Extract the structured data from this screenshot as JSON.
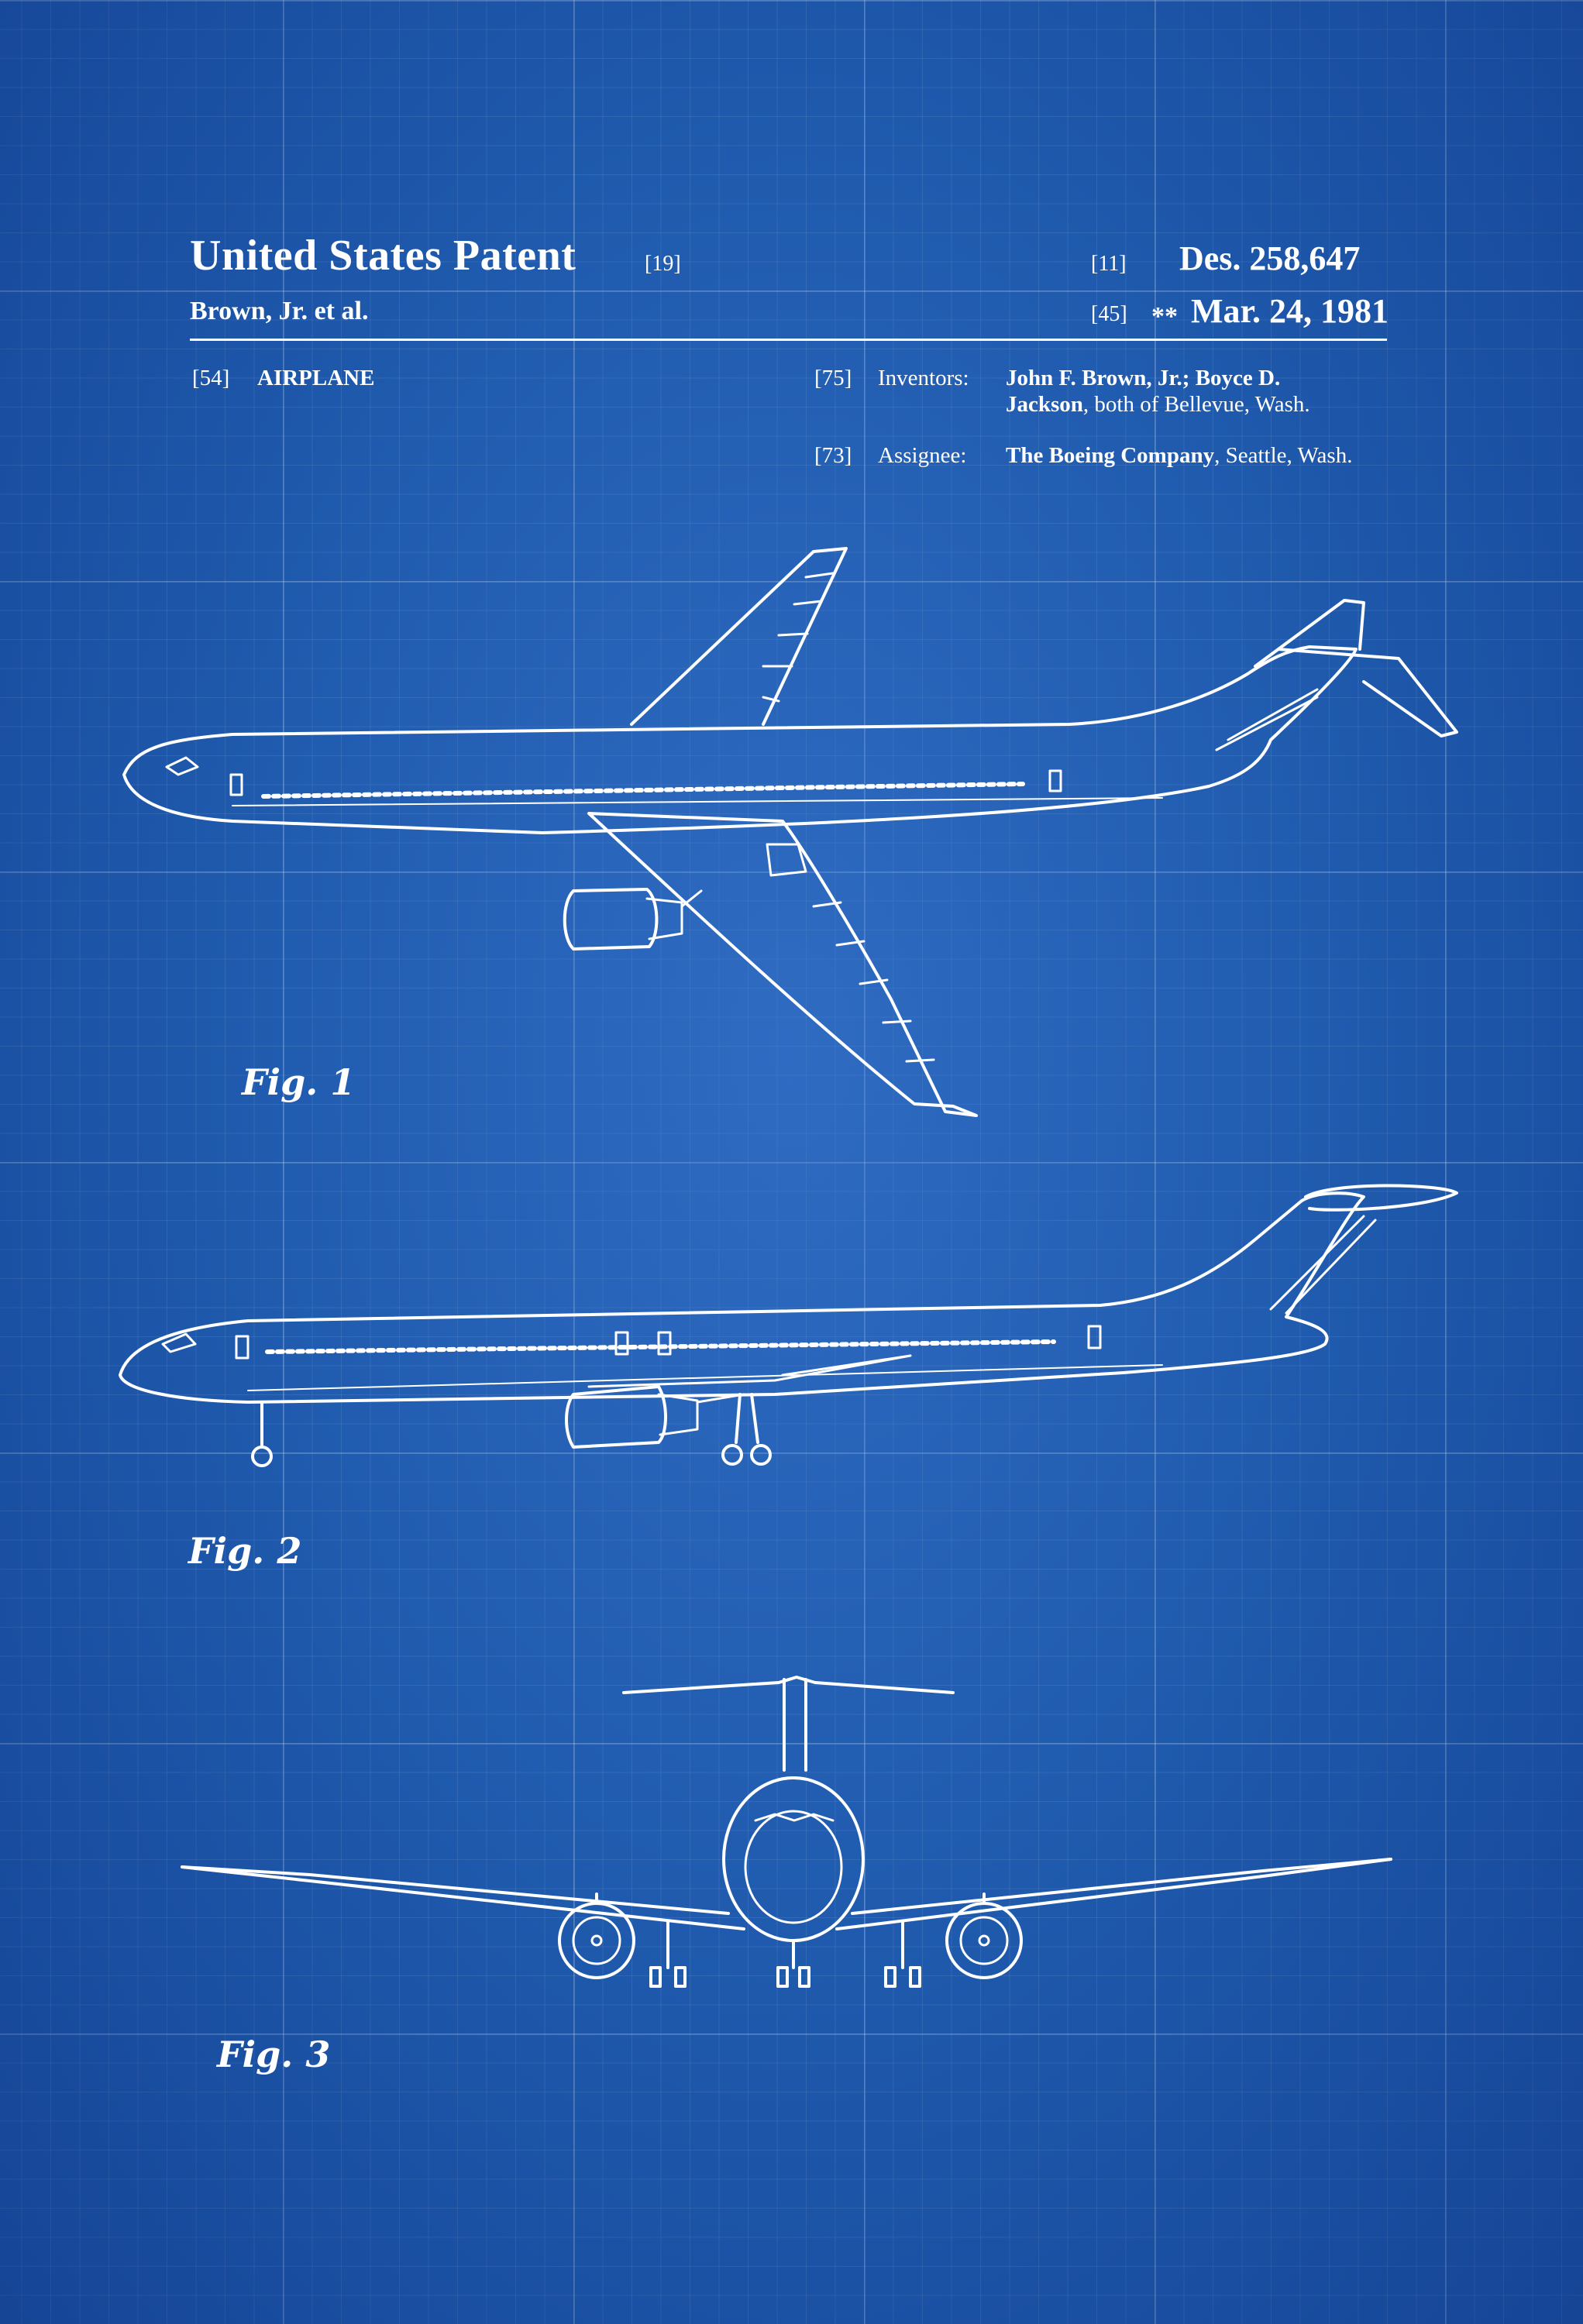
{
  "header": {
    "title": "United States Patent",
    "title_code": "[19]",
    "inventors_short": "Brown, Jr. et al.",
    "number_code": "[11]",
    "number": "Des. 258,647",
    "date_code": "[45]",
    "date_marker": "**",
    "date": "Mar. 24, 1981"
  },
  "fields": {
    "title_code": "[54]",
    "title": "AIRPLANE",
    "inventors_code": "[75]",
    "inventors_label": "Inventors:",
    "inventors_line1": "John F. Brown, Jr.; Boyce D.",
    "inventors_line2_bold": "Jackson",
    "inventors_line2_rest": ", both of Bellevue, Wash.",
    "assignee_code": "[73]",
    "assignee_label": "Assignee:",
    "assignee_bold": "The Boeing Company",
    "assignee_rest": ", Seattle, Wash."
  },
  "figures": {
    "fig1_label": "Fig. 1",
    "fig2_label": "Fig. 2",
    "fig3_label": "Fig. 3"
  },
  "colors": {
    "background": "#1f5cae",
    "ink": "#ffffff"
  }
}
